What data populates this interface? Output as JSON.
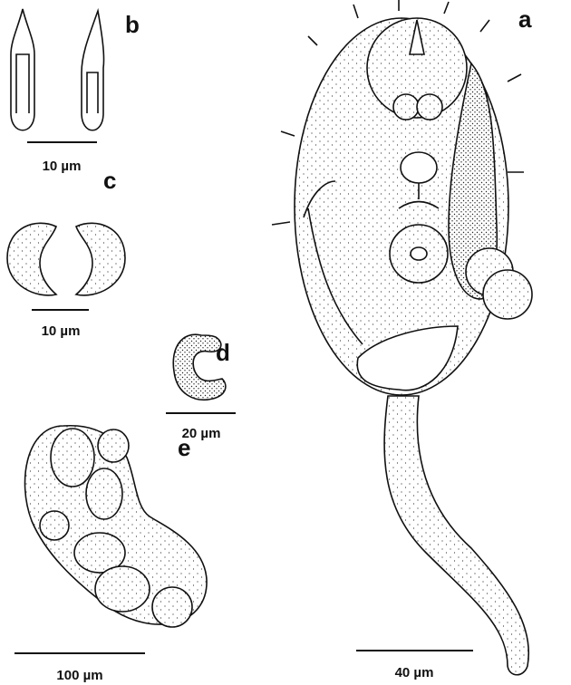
{
  "figure": {
    "panels": [
      {
        "id": "a",
        "label": "a",
        "scale_bar": "40 µm"
      },
      {
        "id": "b",
        "label": "b",
        "scale_bar": "10 µm"
      },
      {
        "id": "c",
        "label": "c",
        "scale_bar": "10 µm"
      },
      {
        "id": "d",
        "label": "d",
        "scale_bar": "20 µm"
      },
      {
        "id": "e",
        "label": "e",
        "scale_bar": "100 µm"
      }
    ]
  }
}
